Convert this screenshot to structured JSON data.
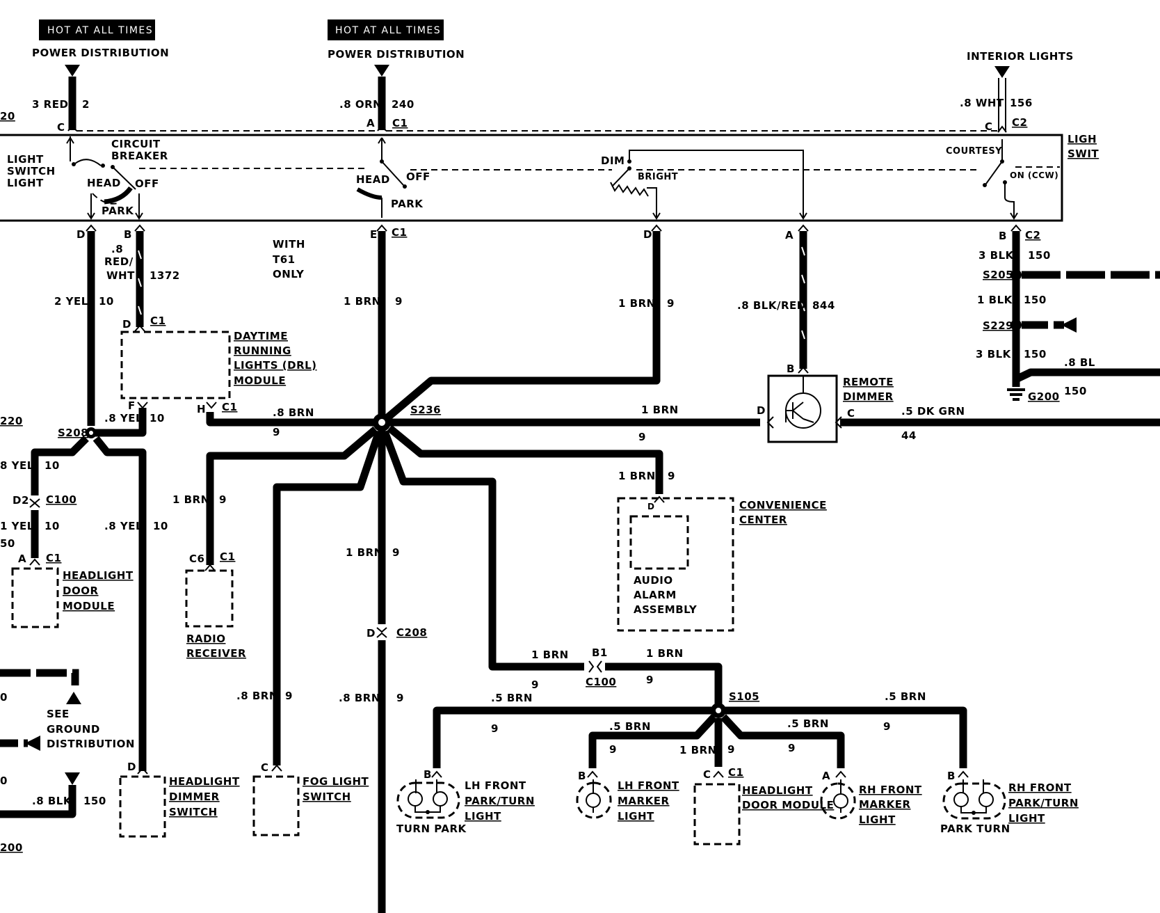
{
  "sources": {
    "hot1": "HOT AT ALL TIMES",
    "pd1": "POWER DISTRIBUTION",
    "hot2": "HOT AT ALL TIMES",
    "pd2": "POWER DISTRIBUTION",
    "interior": "INTERIOR LIGHTS"
  },
  "light_switch": {
    "label_l1": "LIGHT",
    "label_l2": "SWITCH",
    "label_l3": "LIGHT",
    "right_l1": "LIGH",
    "right_l2": "SWIT",
    "circuit_breaker_l1": "CIRCUIT",
    "circuit_breaker_l2": "BREAKER",
    "head1": "HEAD",
    "off1": "OFF",
    "park1": "PARK",
    "head2": "HEAD",
    "off2": "OFF",
    "park2": "PARK",
    "dim": "DIM",
    "bright": "BRIGHT",
    "courtesy": "COURTESY",
    "on_ccw": "ON (CCW)"
  },
  "wires": {
    "w1_color": "3 RED",
    "w1_num": "2",
    "w2_color": ".8 ORN",
    "w2_num": "240",
    "w3_color": ".8 WHT",
    "w3_num": "156",
    "yel2": "2 YEL",
    "yel2_num": "10",
    "redwht_a": ".8",
    "redwht_b": "RED/",
    "redwht_c": "WHT",
    "redwht_num": "1372",
    "t61_a": "WITH",
    "t61_b": "T61",
    "t61_c": "ONLY",
    "brn_e": "1 BRN",
    "brn_e_num": "9",
    "brn_d": "1 BRN",
    "brn_d_num": "9",
    "blkred": ".8 BLK/RED",
    "blkred_num": "844",
    "blk3a": "3 BLK",
    "blk3a_num": "150",
    "blk1": "1 BLK",
    "blk1_num": "150",
    "blk3b": "3 BLK",
    "blk3b_num": "150",
    "bl8": ".8 BL",
    "bl8_num": "150",
    "yel8": ".8 YEL",
    "yel8_num": "10",
    "brn8_h": ".8 BRN",
    "brn8_h_num": "9",
    "brn_rd": "1 BRN",
    "brn_rd_num": "9",
    "dkgrn": ".5 DK GRN",
    "dkgrn_num": "44",
    "yel_l1": "8 YEL",
    "yel_l1_num": "10",
    "yel_l2": "1 YEL",
    "yel_l2_num": "10",
    "yel_l3": "50",
    "yel8b": ".8 YEL",
    "yel8b_num": "10",
    "brn_radio": "1 BRN",
    "brn_radio_num": "9",
    "brn_conv": "1 BRN",
    "brn_conv_num": "9",
    "brn_mid": "1 BRN",
    "brn_mid_num": "9",
    "brn_c100a": "1 BRN",
    "brn_c100a_num": "9",
    "brn_c100b": "1 BRN",
    "brn_c100b_num": "9",
    "brn8_fog": ".8 BRN",
    "brn8_fog_num": "9",
    "brn8_down": ".8 BRN",
    "brn8_down_num": "9",
    "brn5_l": ".5 BRN",
    "brn5_l_num": "9",
    "brn5_ml": ".5 BRN",
    "brn5_ml_num": "9",
    "brn1_hd": "1 BRN",
    "brn1_hd_num": "9",
    "brn5_mr": ".5 BRN",
    "brn5_mr_num": "9",
    "brn5_r": ".5 BRN",
    "brn5_r_num": "9",
    "blk8": ".8 BLK",
    "blk8_num": "150",
    "left_20": "20",
    "left_220": "220",
    "left_0a": "0",
    "left_0b": "0",
    "left_200": "200"
  },
  "connectors": {
    "c_left": "C",
    "a_mid": "A",
    "c1_top": "C1",
    "c_right": "C",
    "c2_top": "C2",
    "d1": "D",
    "b1": "B",
    "e1": "E",
    "c1_e": "C1",
    "d2": "D",
    "a2": "A",
    "b2": "B",
    "c2_b": "C2",
    "s205": "S205",
    "s229": "S229",
    "g200": "G200",
    "drl_d": "D",
    "drl_c1": "C1",
    "drl_f": "F",
    "drl_h": "H",
    "drl_c1b": "C1",
    "s208": "S208",
    "s236": "S236",
    "rd_b": "B",
    "rd_d": "D",
    "rd_c": "C",
    "d2_c100": "D2",
    "c100_a": "C100",
    "hdm_a": "A",
    "hdm_c1": "C1",
    "rr_c6": "C6",
    "rr_c1": "C1",
    "conv_d": "D",
    "c208_d": "D",
    "c208": "C208",
    "b1_c100": "B1",
    "c100": "C100",
    "s105": "S105",
    "dim_d": "D",
    "fog_c": "C",
    "lhp_b": "B",
    "lhm_b": "B",
    "hdm2_c": "C",
    "hdm2_c1": "C1",
    "rhm_a": "A",
    "rhp_b": "B"
  },
  "components": {
    "drl_l1": "DAYTIME",
    "drl_l2": "RUNNING",
    "drl_l3": "LIGHTS (DRL)",
    "drl_l4": "MODULE",
    "rd_l1": "REMOTE",
    "rd_l2": "DIMMER",
    "hdm_l1": "HEADLIGHT",
    "hdm_l2": "DOOR",
    "hdm_l3": "MODULE",
    "rr_l1": "RADIO",
    "rr_l2": "RECEIVER",
    "conv_l1": "CONVENIENCE",
    "conv_l2": "CENTER",
    "audio_l1": "AUDIO",
    "audio_l2": "ALARM",
    "audio_l3": "ASSEMBLY",
    "see_l1": "SEE",
    "see_l2": "GROUND",
    "see_l3": "DISTRIBUTION",
    "hds_l1": "HEADLIGHT",
    "hds_l2": "DIMMER",
    "hds_l3": "SWITCH",
    "fog_l1": "FOG LIGHT",
    "fog_l2": "SWITCH",
    "lhp_l1": "LH FRONT",
    "lhp_l2": "PARK/TURN",
    "lhp_l3": "LIGHT",
    "lhp_sub": "TURN PARK",
    "lhm_l1": "LH FRONT",
    "lhm_l2": "MARKER",
    "lhm_l3": "LIGHT",
    "hdm2_l1": "HEADLIGHT",
    "hdm2_l2": "DOOR MODULE",
    "rhm_l1": "RH FRONT",
    "rhm_l2": "MARKER",
    "rhm_l3": "LIGHT",
    "rhp_l1": "RH FRONT",
    "rhp_l2": "PARK/TURN",
    "rhp_l3": "LIGHT",
    "rhp_sub": "PARK TURN"
  }
}
